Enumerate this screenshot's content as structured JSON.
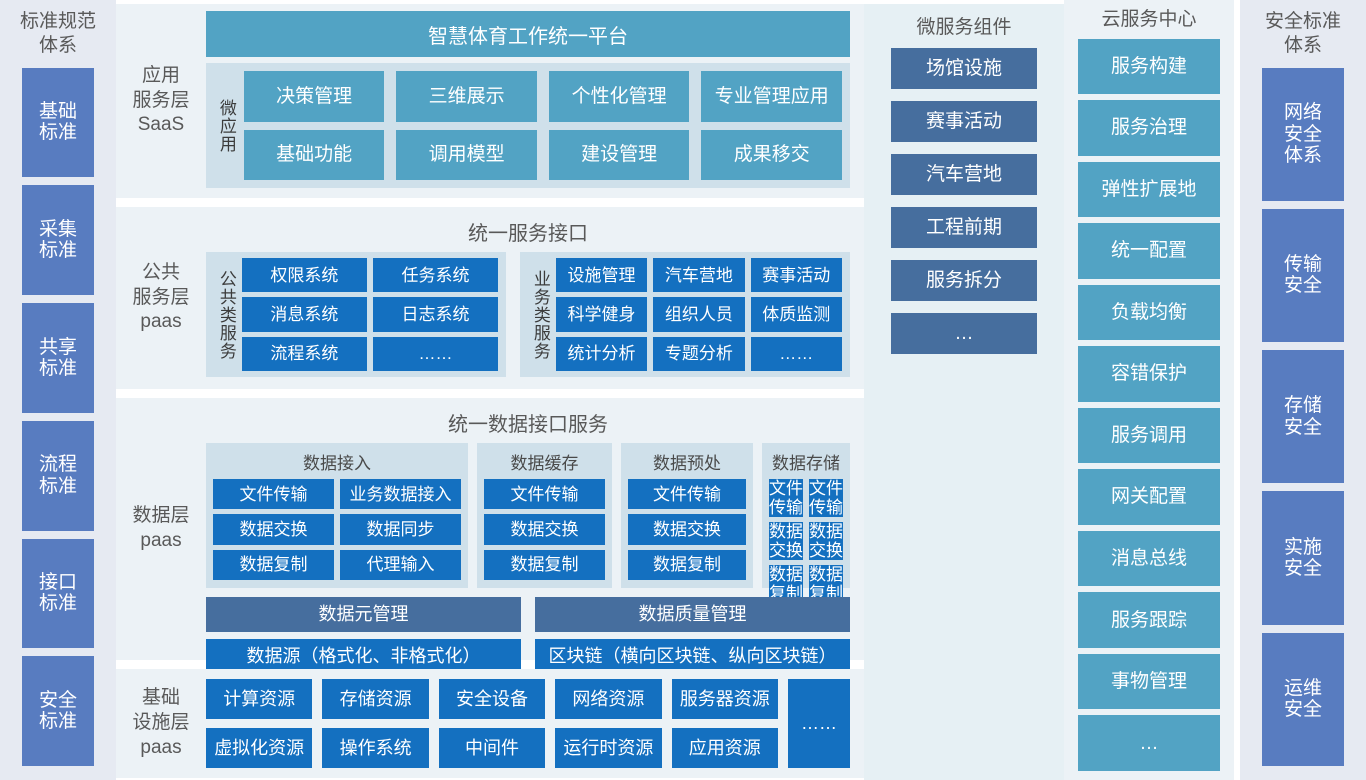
{
  "left_rail": {
    "title": "标准规范\n体系",
    "items": [
      {
        "label": "基础\n标准"
      },
      {
        "label": "采集\n标准"
      },
      {
        "label": "共享\n标准"
      },
      {
        "label": "流程\n标准"
      },
      {
        "label": "接口\n标准"
      },
      {
        "label": "安全\n标准"
      }
    ]
  },
  "saas": {
    "layer_label": "应用\n服务层\nSaaS",
    "platform_bar": "智慧体育工作统一平台",
    "group_label": "微应用",
    "apps": [
      "决策管理",
      "三维展示",
      "个性化管理",
      "专业管理应用",
      "基础功能",
      "调用模型",
      "建设管理",
      "成果移交"
    ]
  },
  "paas": {
    "layer_label": "公共\n服务层\npaas",
    "section_title": "统一服务接口",
    "group_public": {
      "label": "公共类服务",
      "items": [
        "权限系统",
        "任务系统",
        "消息系统",
        "日志系统",
        "流程系统",
        "……"
      ]
    },
    "group_business": {
      "label": "业务类服务",
      "items": [
        "设施管理",
        "汽车营地",
        "赛事活动",
        "科学健身",
        "组织人员",
        "体质监测",
        "统计分析",
        "专题分析",
        "……"
      ]
    }
  },
  "data": {
    "layer_label": "数据层\npaas",
    "section_title": "统一数据接口服务",
    "columns": [
      {
        "title": "数据接入",
        "cols": 2,
        "items": [
          "文件传输",
          "业务数据接入",
          "数据交换",
          "数据同步",
          "数据复制",
          "代理输入"
        ]
      },
      {
        "title": "数据缓存",
        "cols": 1,
        "items": [
          "文件传输",
          "数据交换",
          "数据复制"
        ]
      },
      {
        "title": "数据预处",
        "cols": 1,
        "items": [
          "文件传输",
          "数据交换",
          "数据复制"
        ]
      },
      {
        "title": "数据存储",
        "cols": 2,
        "items": [
          "文件传输",
          "文件传输",
          "数据交换",
          "数据交换",
          "数据复制",
          "数据复制"
        ]
      }
    ],
    "meta_row": [
      "数据元管理",
      "数据质量管理"
    ],
    "source_row": [
      "数据源（格式化、非格式化）",
      "区块链（横向区块链、纵向区块链）"
    ]
  },
  "infra": {
    "layer_label": "基础\n设施层\npaas",
    "items": [
      "计算资源",
      "存储资源",
      "安全设备",
      "网络资源",
      "服务器资源",
      "虚拟化资源",
      "操作系统",
      "中间件",
      "运行时资源",
      "应用资源"
    ],
    "more": "……"
  },
  "microservice": {
    "title": "微服务组件",
    "items": [
      "场馆设施",
      "赛事活动",
      "汽车营地",
      "工程前期",
      "服务拆分",
      "…"
    ]
  },
  "cloud": {
    "title": "云服务中心",
    "items": [
      "服务构建",
      "服务治理",
      "弹性扩展地",
      "统一配置",
      "负载均衡",
      "容错保护",
      "服务调用",
      "网关配置",
      "消息总线",
      "服务跟踪",
      "事物管理",
      "…"
    ]
  },
  "right_rail": {
    "title": "安全标准\n体系",
    "items": [
      {
        "label": "网络\n安全\n体系"
      },
      {
        "label": "传输\n安全"
      },
      {
        "label": "存储\n安全"
      },
      {
        "label": "实施\n安全"
      },
      {
        "label": "运维\n安全"
      }
    ]
  },
  "colors": {
    "rail_bg": "#e6eaf2",
    "rail_tile": "#587cc0",
    "panel_bg": "#ecf2f6",
    "group_bg": "#cfe0ea",
    "teal": "#52a3c4",
    "blue": "#1470c0",
    "slate": "#466e9e",
    "mscol_bg": "#e6f0f4",
    "text_grey": "#595959"
  }
}
